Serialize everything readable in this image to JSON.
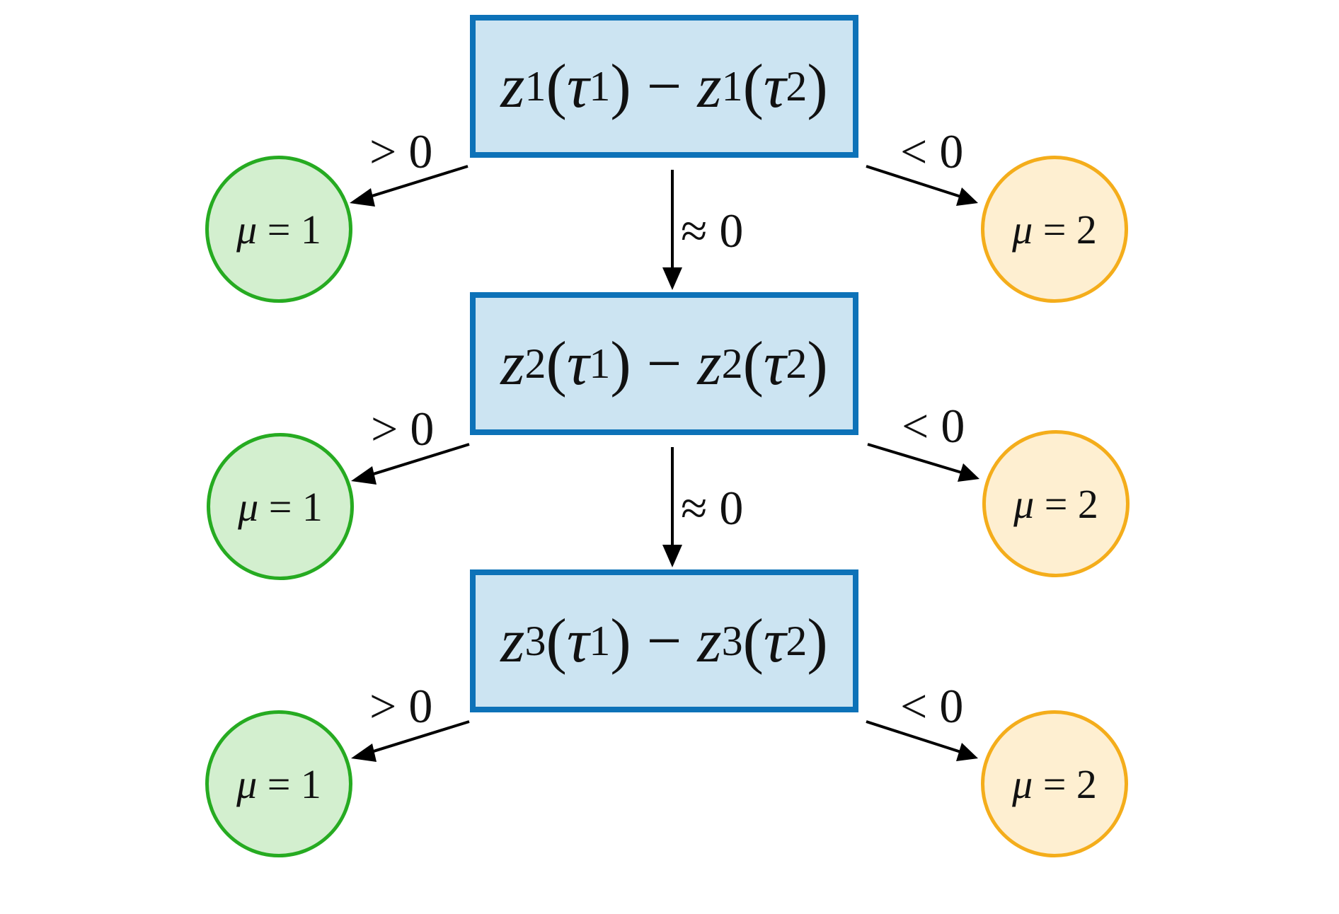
{
  "diagram": {
    "levels": [
      {
        "box": {
          "var": "z",
          "index": "1",
          "arg1": "τ",
          "arg1_sub": "1",
          "op": "−",
          "arg2": "τ",
          "arg2_sub": "2"
        },
        "left_label": "> 0",
        "right_label": "< 0",
        "down_label": "≈ 0",
        "left_node": {
          "symbol": "μ",
          "relation": "=",
          "value": "1"
        },
        "right_node": {
          "symbol": "μ",
          "relation": "=",
          "value": "2"
        }
      },
      {
        "box": {
          "var": "z",
          "index": "2",
          "arg1": "τ",
          "arg1_sub": "1",
          "op": "−",
          "arg2": "τ",
          "arg2_sub": "2"
        },
        "left_label": "> 0",
        "right_label": "< 0",
        "down_label": "≈ 0",
        "left_node": {
          "symbol": "μ",
          "relation": "=",
          "value": "1"
        },
        "right_node": {
          "symbol": "μ",
          "relation": "=",
          "value": "2"
        }
      },
      {
        "box": {
          "var": "z",
          "index": "3",
          "arg1": "τ",
          "arg1_sub": "1",
          "op": "−",
          "arg2": "τ",
          "arg2_sub": "2"
        },
        "left_label": "> 0",
        "right_label": "< 0",
        "left_node": {
          "symbol": "μ",
          "relation": "=",
          "value": "1"
        },
        "right_node": {
          "symbol": "μ",
          "relation": "=",
          "value": "2"
        }
      }
    ],
    "colors": {
      "box_fill": "#cce4f2",
      "box_border": "#0d72b8",
      "green_fill": "#d3efcf",
      "green_border": "#26ab21",
      "orange_fill": "#feefd1",
      "orange_border": "#f4ad1b",
      "arrow": "#000000"
    }
  }
}
